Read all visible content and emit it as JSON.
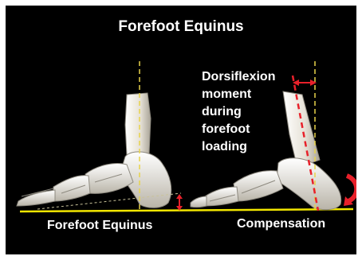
{
  "title": "Forefoot Equinus",
  "left_caption": "Forefoot Equinus",
  "right_caption": "Compensation",
  "note_lines": [
    "Dorsiflexion",
    "moment",
    "during",
    "forefoot",
    "loading"
  ],
  "colors": {
    "background": "#000000",
    "text": "#ffffff",
    "ground_line": "#f2e600",
    "reference_line": "#e8d34a",
    "arrow": "#e8202a",
    "bone": "#ece8df",
    "bone_shadow": "#9a968c"
  },
  "icons": [
    "foot-skeleton-left",
    "foot-skeleton-right",
    "dorsiflexion-arrow",
    "heel-rotation-arrow"
  ]
}
